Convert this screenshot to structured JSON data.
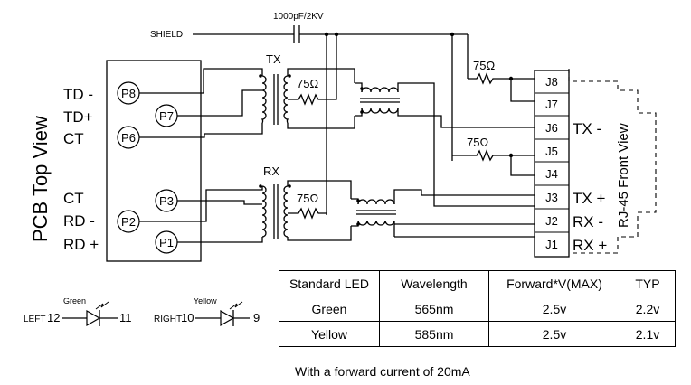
{
  "labels": {
    "shield": "SHIELD",
    "capacitor": "1000pF/2KV",
    "tx": "TX",
    "rx": "RX",
    "res_top": "75Ω",
    "res_bottom": "75Ω",
    "res_j78": "75Ω",
    "res_j45": "75Ω",
    "pcb_view": "PCB Top  View",
    "rj45_view": "RJ-45 Front View",
    "td_minus": "TD -",
    "td_plus": "TD+",
    "ct_top": "CT",
    "ct_bottom": "CT",
    "rd_minus": "RD -",
    "rd_plus": "RD +",
    "tx_minus": "TX -",
    "tx_plus": "TX +",
    "rx_minus": "RX -",
    "rx_plus": "RX +"
  },
  "pins_left": [
    "P8",
    "P7",
    "P6",
    "P3",
    "P2",
    "P1"
  ],
  "pins_right": [
    "J8",
    "J7",
    "J6",
    "J5",
    "J4",
    "J3",
    "J2",
    "J1"
  ],
  "leds": {
    "left": {
      "side": "LEFT",
      "pin_a": "12",
      "pin_b": "11",
      "color": "Green"
    },
    "right": {
      "side": "RIGHT",
      "pin_a": "10",
      "pin_b": "9",
      "color": "Yellow"
    }
  },
  "table": {
    "headers": [
      "Standard LED",
      "Wavelength",
      "Forward*V(MAX)",
      "TYP"
    ],
    "rows": [
      [
        "Green",
        "565nm",
        "2.5v",
        "2.2v"
      ],
      [
        "Yellow",
        "585nm",
        "2.5v",
        "2.1v"
      ]
    ]
  },
  "footnote": "With a forward current of 20mA"
}
